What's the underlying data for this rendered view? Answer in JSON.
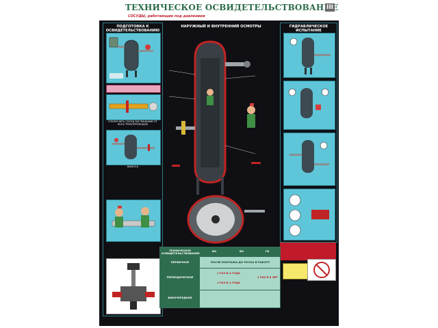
{
  "title": "ТЕХНИЧЕСКОЕ ОСВИДЕТЕЛЬСТВОВАНИЕ",
  "subtitle": "СОСУДЫ, работающие под давлением",
  "sheet_number": "III",
  "sections": {
    "left": "ПОДГОТОВКА К ОСВИДЕТЕЛЬСТВОВАНИЮ",
    "center": "НАРУЖНЫЙ И ВНУТРЕННИЙ ОСМОТРЫ",
    "right": "ГИДРАВЛИЧЕСКОЕ ИСПЫТАНИЕ"
  },
  "left_captions": [
    "ОТКЛЮЧИТЬ СОСУД ЗАГЛУШКАМИ ОТ ВСЕХ ТРУБОПРОВОДОВ",
    "ВЫНОСЬ"
  ],
  "table": {
    "col_headers": [
      "ВО",
      "ВО",
      "ГИ"
    ],
    "rows": [
      {
        "label": "ТЕХНИЧЕСКОЕ ОСВИДЕТЕЛЬСТВОВАНИЕ"
      },
      {
        "label": "ПЕРВИЧНОЕ",
        "value": "ПОСЛЕ МОНТАЖА ДО ПУСКА В РАБОТУ"
      },
      {
        "label": "ПЕРИОДИЧЕСКОЕ",
        "value_a": "1 РАЗ В 4 ГОДА",
        "value_b": "1 РАЗ В 2 ГОДА",
        "value_c": "1 РАЗ В 8 ЛЕТ"
      },
      {
        "label": "ВНЕОЧЕРЕДНОЕ"
      }
    ]
  },
  "colors": {
    "background": "#0f0f14",
    "panel": "#5ec6d8",
    "title_green": "#2a6a48",
    "accent_red": "#c11a2a",
    "pink": "#e9a6bd",
    "table_green": "#a8d8c8"
  }
}
